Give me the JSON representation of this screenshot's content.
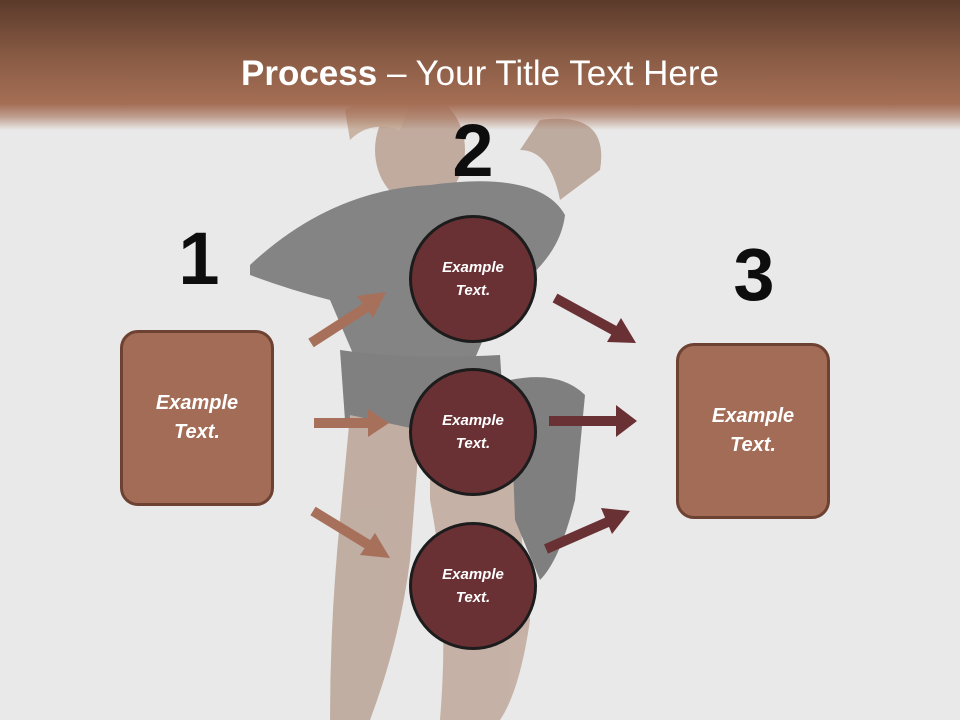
{
  "title": {
    "strong": "Process",
    "rest": " – Your Title Text Here"
  },
  "steps": [
    {
      "number": "1"
    },
    {
      "number": "2"
    },
    {
      "number": "3"
    }
  ],
  "left_box": {
    "text": "Example\nText."
  },
  "circles": [
    {
      "text": "Example\nText."
    },
    {
      "text": "Example\nText."
    },
    {
      "text": "Example\nText."
    }
  ],
  "right_box": {
    "text": "Example\nText."
  },
  "colors": {
    "title_bar": "#8a5c45",
    "box_fill": "#a26c56",
    "box_border": "#6e4232",
    "circle_fill": "#6a3135",
    "arrow_left": "#a7705a",
    "arrow_right": "#6a3135"
  }
}
